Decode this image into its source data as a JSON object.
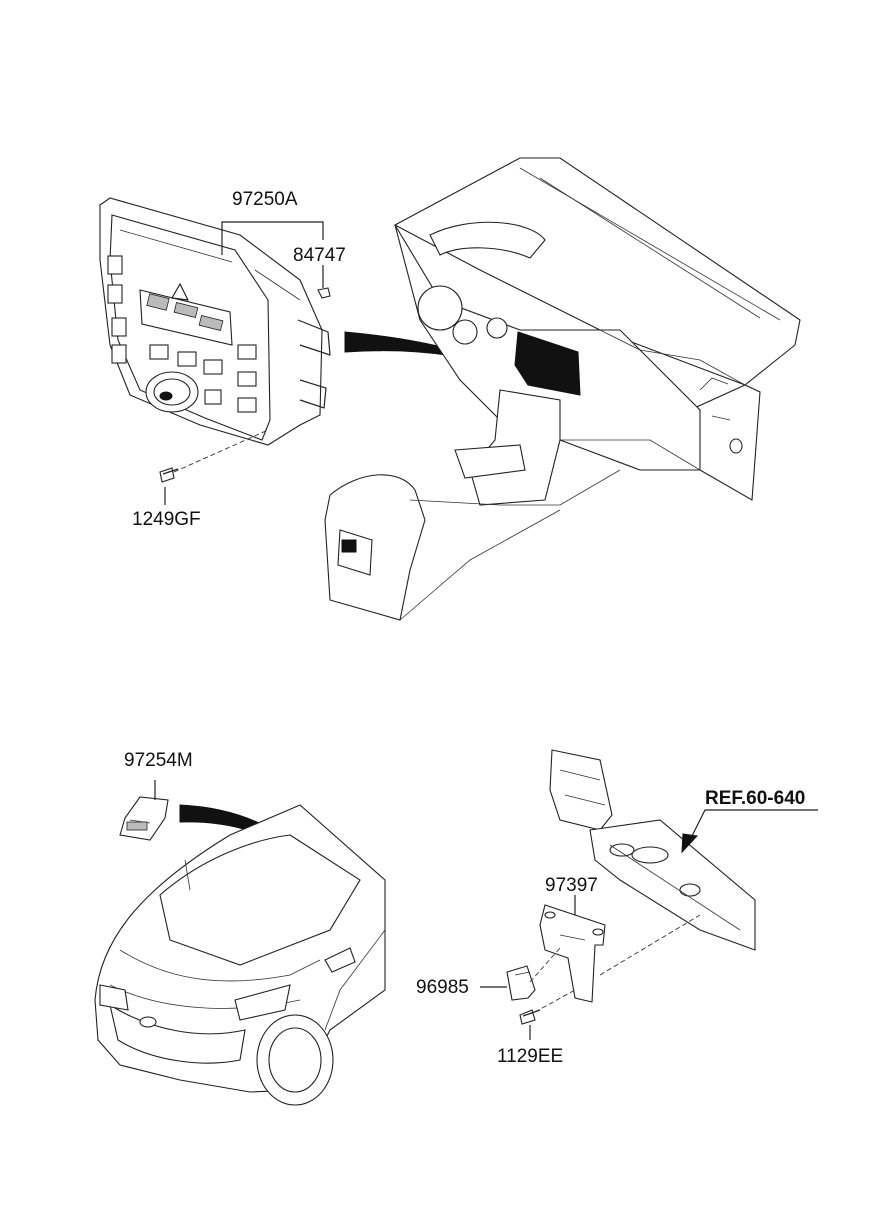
{
  "labels": {
    "part_97250A": "97250A",
    "part_84747": "84747",
    "part_1249GF": "1249GF",
    "part_97254M": "97254M",
    "ref_60_640": "REF.60-640",
    "part_97397": "97397",
    "part_96985": "96985",
    "part_1129EE": "1129EE"
  }
}
